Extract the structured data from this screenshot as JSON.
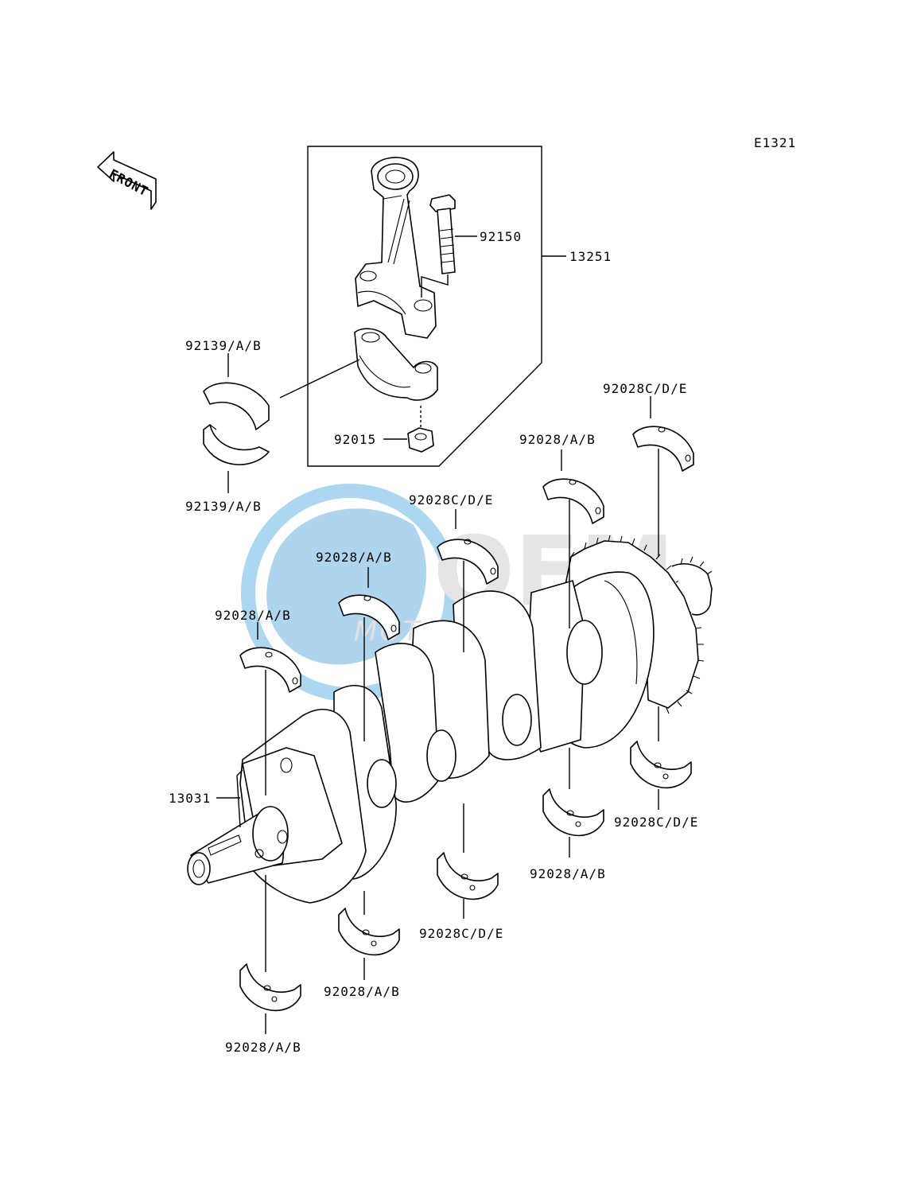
{
  "diagram": {
    "code": "E1321",
    "front_label": "FRONT",
    "parts": {
      "crankshaft": "13031",
      "connecting_rod_assy": "13251",
      "rod_bolt": "92150",
      "rod_nut": "92015",
      "rod_bearing_upper": "92139/A/B",
      "rod_bearing_lower": "92139/A/B",
      "main_bearing_1_upper": "92028/A/B",
      "main_bearing_1_lower": "92028/A/B",
      "main_bearing_2_upper": "92028/A/B",
      "main_bearing_2_lower": "92028/A/B",
      "main_bearing_3_upper": "92028C/D/E",
      "main_bearing_3_lower": "92028C/D/E",
      "main_bearing_4_upper": "92028/A/B",
      "main_bearing_4_lower": "92028/A/B",
      "main_bearing_5_upper": "92028C/D/E",
      "main_bearing_5_lower": "92028C/D/E"
    }
  },
  "watermark": {
    "brand": "OEM",
    "sub": "MOTORPARTS",
    "colors": {
      "ring": "#6ab7e6",
      "globe": "#2f8fd1",
      "text": "#c9c9c9"
    }
  }
}
